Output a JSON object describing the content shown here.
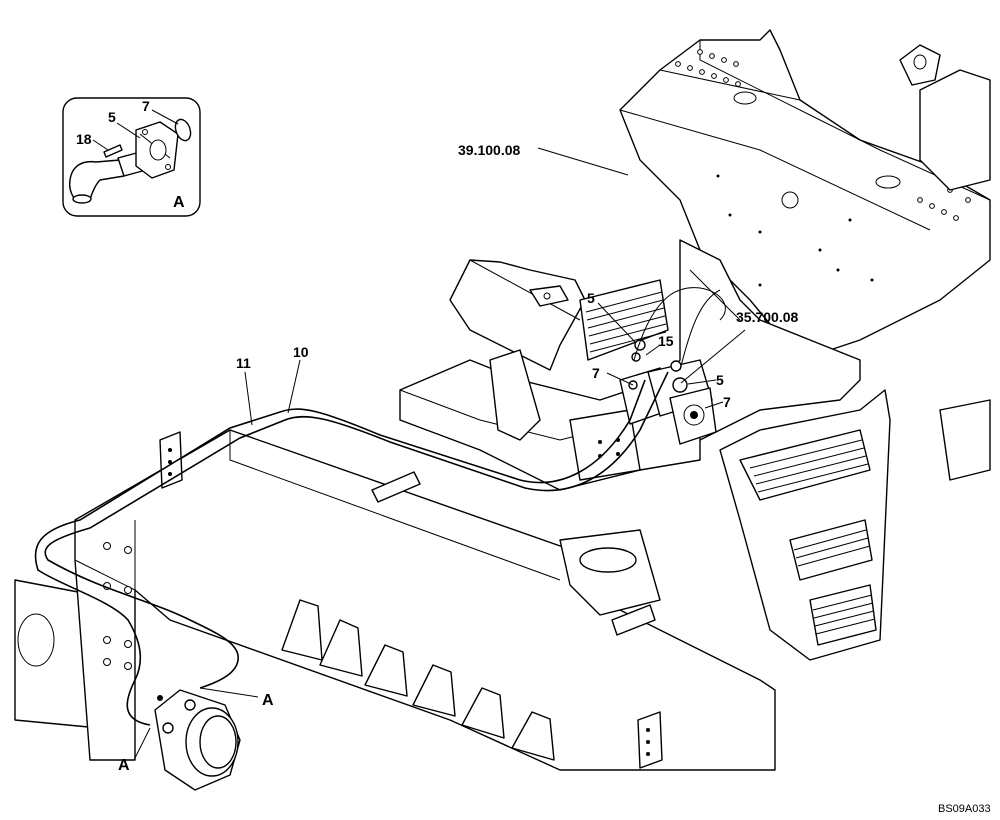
{
  "figure_code": "BS09A033",
  "detail_view": {
    "label": "A",
    "callouts": [
      "18",
      "5",
      "7"
    ]
  },
  "assembly_refs": [
    "39.100.08",
    "35.700.08"
  ],
  "callouts": {
    "hose_10": "10",
    "hose_11": "11",
    "clamp_5_upper": "5",
    "fitting_15": "15",
    "clamp_5_right": "5",
    "flange_7_left": "7",
    "flange_7_right": "7",
    "view_a_right": "A",
    "view_a_left": "A"
  }
}
